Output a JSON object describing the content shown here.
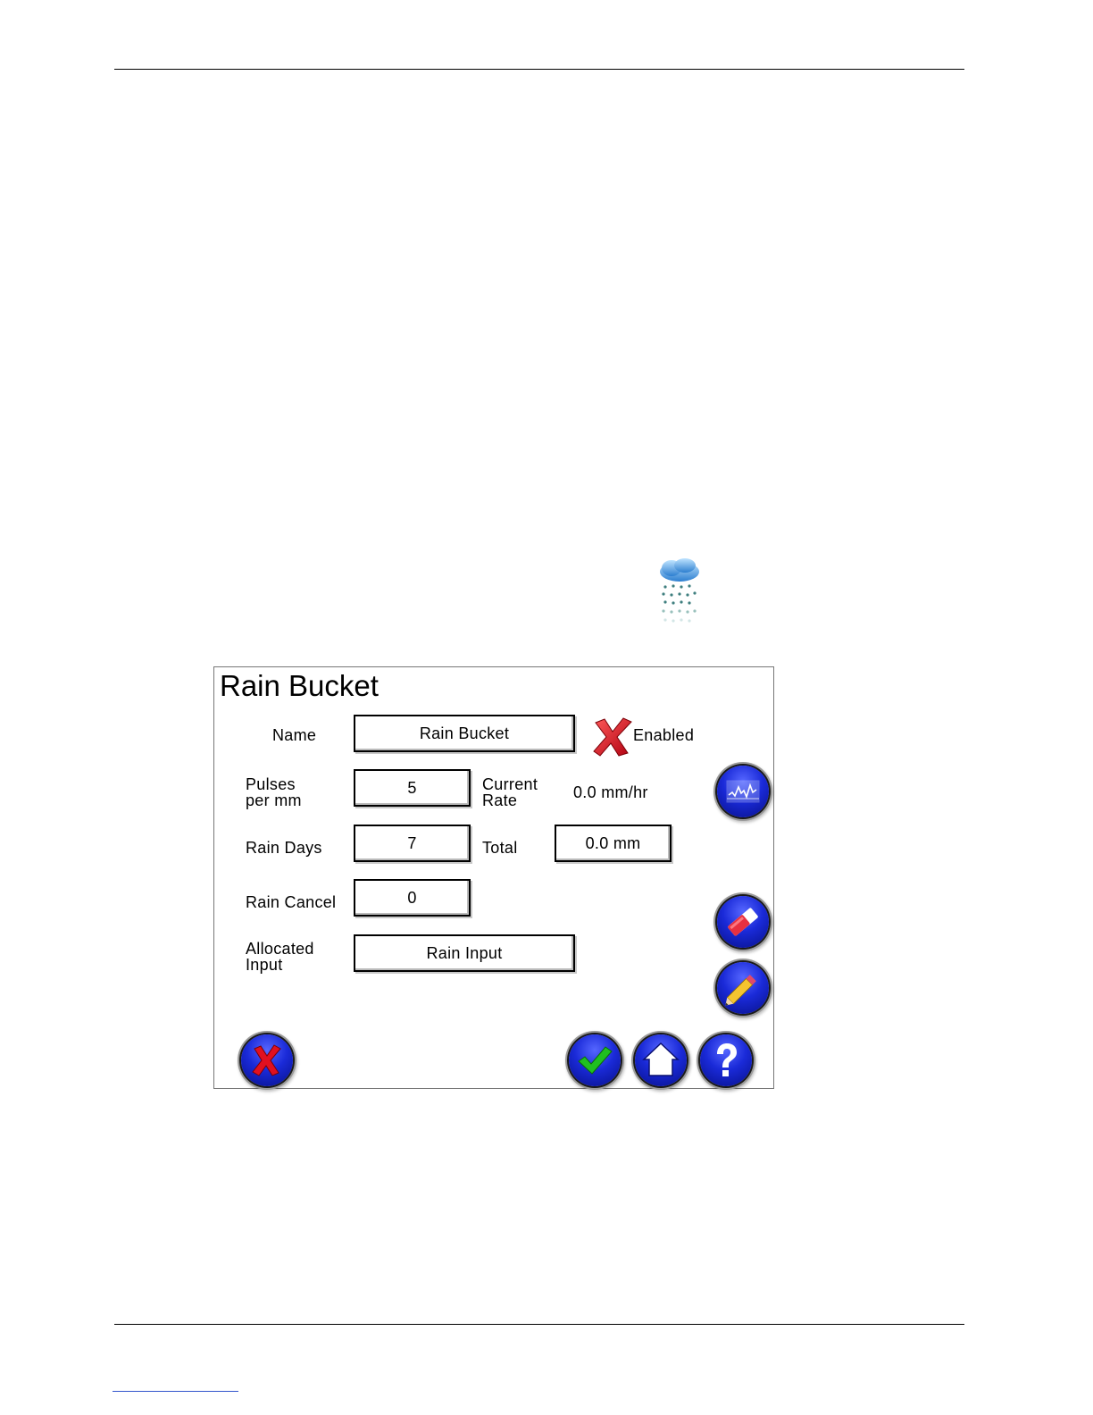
{
  "screen": {
    "title": "Rain Bucket",
    "fields": {
      "name": {
        "label": "Name",
        "value": "Rain Bucket"
      },
      "enabled": {
        "label": "Enabled",
        "checked": false
      },
      "pulses": {
        "label_line1": "Pulses",
        "label_line2": "per mm",
        "value": "5"
      },
      "current_rate": {
        "label_line1": "Current",
        "label_line2": "Rate",
        "value": "0.0 mm/hr"
      },
      "rain_days": {
        "label": "Rain Days",
        "value": "7"
      },
      "total": {
        "label": "Total",
        "value": "0.0 mm"
      },
      "rain_cancel": {
        "label": "Rain Cancel",
        "value": "0"
      },
      "allocated_input": {
        "label_line1": "Allocated",
        "label_line2": "Input",
        "value": "Rain Input"
      }
    },
    "buttons": {
      "graph": {
        "icon": "graph-icon"
      },
      "eraser": {
        "icon": "eraser-icon"
      },
      "edit": {
        "icon": "pencil-icon"
      },
      "cancel": {
        "icon": "red-x-icon"
      },
      "confirm": {
        "icon": "green-check-icon"
      },
      "home": {
        "icon": "home-icon"
      },
      "help": {
        "icon": "question-mark-icon"
      }
    }
  },
  "colors": {
    "button_blue": "#1a2ad8",
    "cancel_red": "#e01020",
    "confirm_green": "#20c020"
  }
}
